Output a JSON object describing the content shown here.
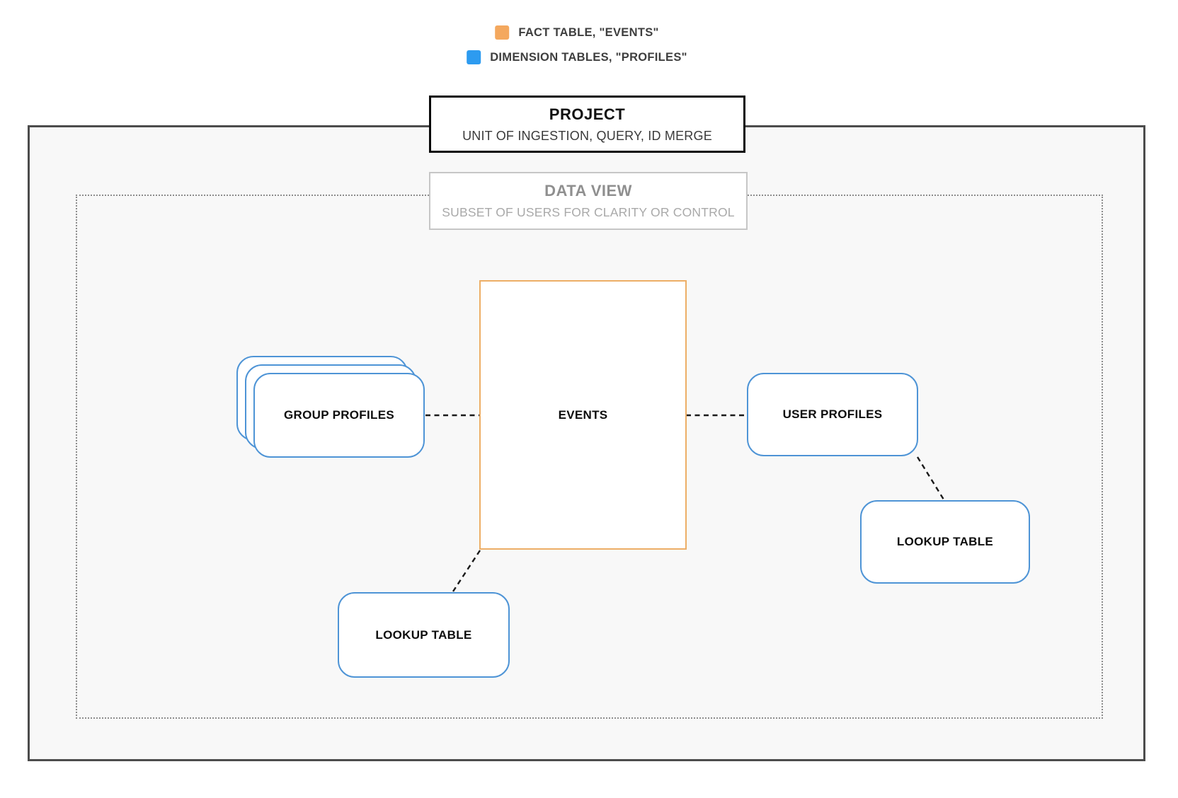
{
  "colors": {
    "fact_orange_swatch": "#F4A85E",
    "fact_orange_border": "#EDAE66",
    "dimension_blue_swatch": "#2D9BF0",
    "dimension_blue_border": "#4E94D6",
    "connector_black": "#1A1A1A",
    "project_border": "#0A0A0A",
    "outer_boundary_gray": "#4C4C4C",
    "dotted_boundary_gray": "#8C8C8C",
    "data_view_border": "#C6C6C6",
    "inner_background": "#F8F8F8"
  },
  "legend": {
    "fact": {
      "label": "FACT TABLE, \"EVENTS\""
    },
    "dimension": {
      "label": "DIMENSION TABLES, \"PROFILES\""
    }
  },
  "project": {
    "title": "PROJECT",
    "subtitle": "UNIT OF INGESTION, QUERY, ID MERGE"
  },
  "data_view": {
    "title": "DATA VIEW",
    "subtitle": "SUBSET OF USERS FOR CLARITY OR CONTROL"
  },
  "nodes": {
    "events": {
      "label": "EVENTS",
      "type": "fact"
    },
    "group_profiles": {
      "label": "GROUP PROFILES",
      "type": "dimension",
      "stacked_cards": 3
    },
    "user_profiles": {
      "label": "USER PROFILES",
      "type": "dimension"
    },
    "lookup_table_right": {
      "label": "LOOKUP TABLE",
      "type": "dimension"
    },
    "lookup_table_bottom": {
      "label": "LOOKUP TABLE",
      "type": "dimension"
    }
  },
  "edges": [
    {
      "from": "group_profiles",
      "to": "events",
      "style": "dashed"
    },
    {
      "from": "events",
      "to": "user_profiles",
      "style": "dashed"
    },
    {
      "from": "user_profiles",
      "to": "lookup_table_right",
      "style": "dashed"
    },
    {
      "from": "events",
      "to": "lookup_table_bottom",
      "style": "dashed"
    }
  ]
}
